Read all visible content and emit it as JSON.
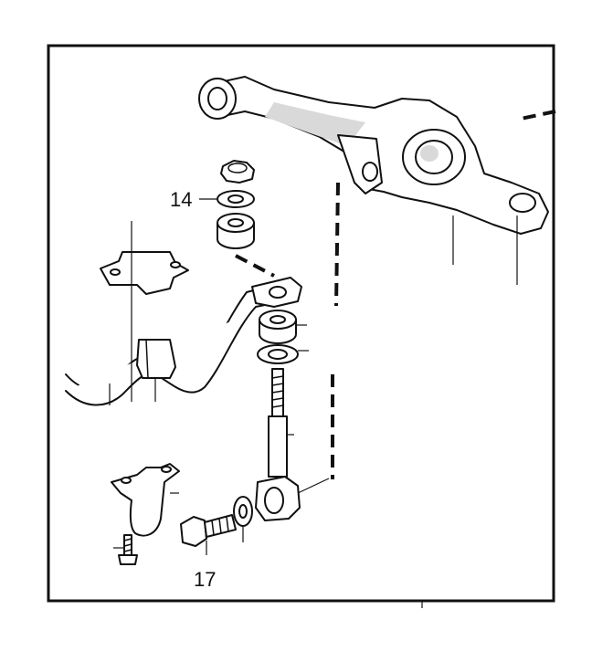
{
  "figure": {
    "callouts": [
      {
        "id": "c14",
        "label": "14"
      },
      {
        "id": "c17",
        "label": "17"
      }
    ]
  }
}
